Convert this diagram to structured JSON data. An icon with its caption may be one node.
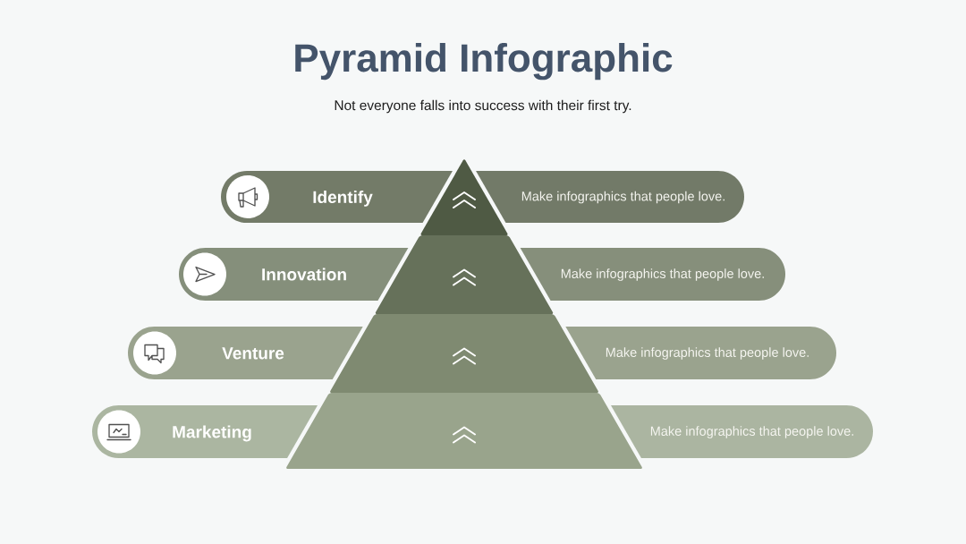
{
  "diagram": {
    "title": "Pyramid Infographic",
    "nodes": [
      {
        "text": [
          "Identify"
        ]
      },
      {
        "text": [],
        "shape": "triangle"
      },
      {
        "text": [
          "Make infographics that people love."
        ]
      },
      {
        "text": [
          "Innovation"
        ]
      },
      {
        "text": [],
        "shape": "trapezoid"
      },
      {
        "text": [
          "Make infographics that people love."
        ]
      },
      {
        "text": [
          "Venture"
        ]
      },
      {
        "text": [],
        "shape": "trapezoid"
      },
      {
        "text": [
          "Make infographics that people love."
        ]
      },
      {
        "text": [
          "Marketing"
        ]
      },
      {
        "text": [],
        "shape": "trapezoid"
      },
      {
        "text": [
          "Make infographics that people love."
        ]
      }
    ],
    "labels": [
      "Not everyone falls into success with their first try."
    ]
  }
}
